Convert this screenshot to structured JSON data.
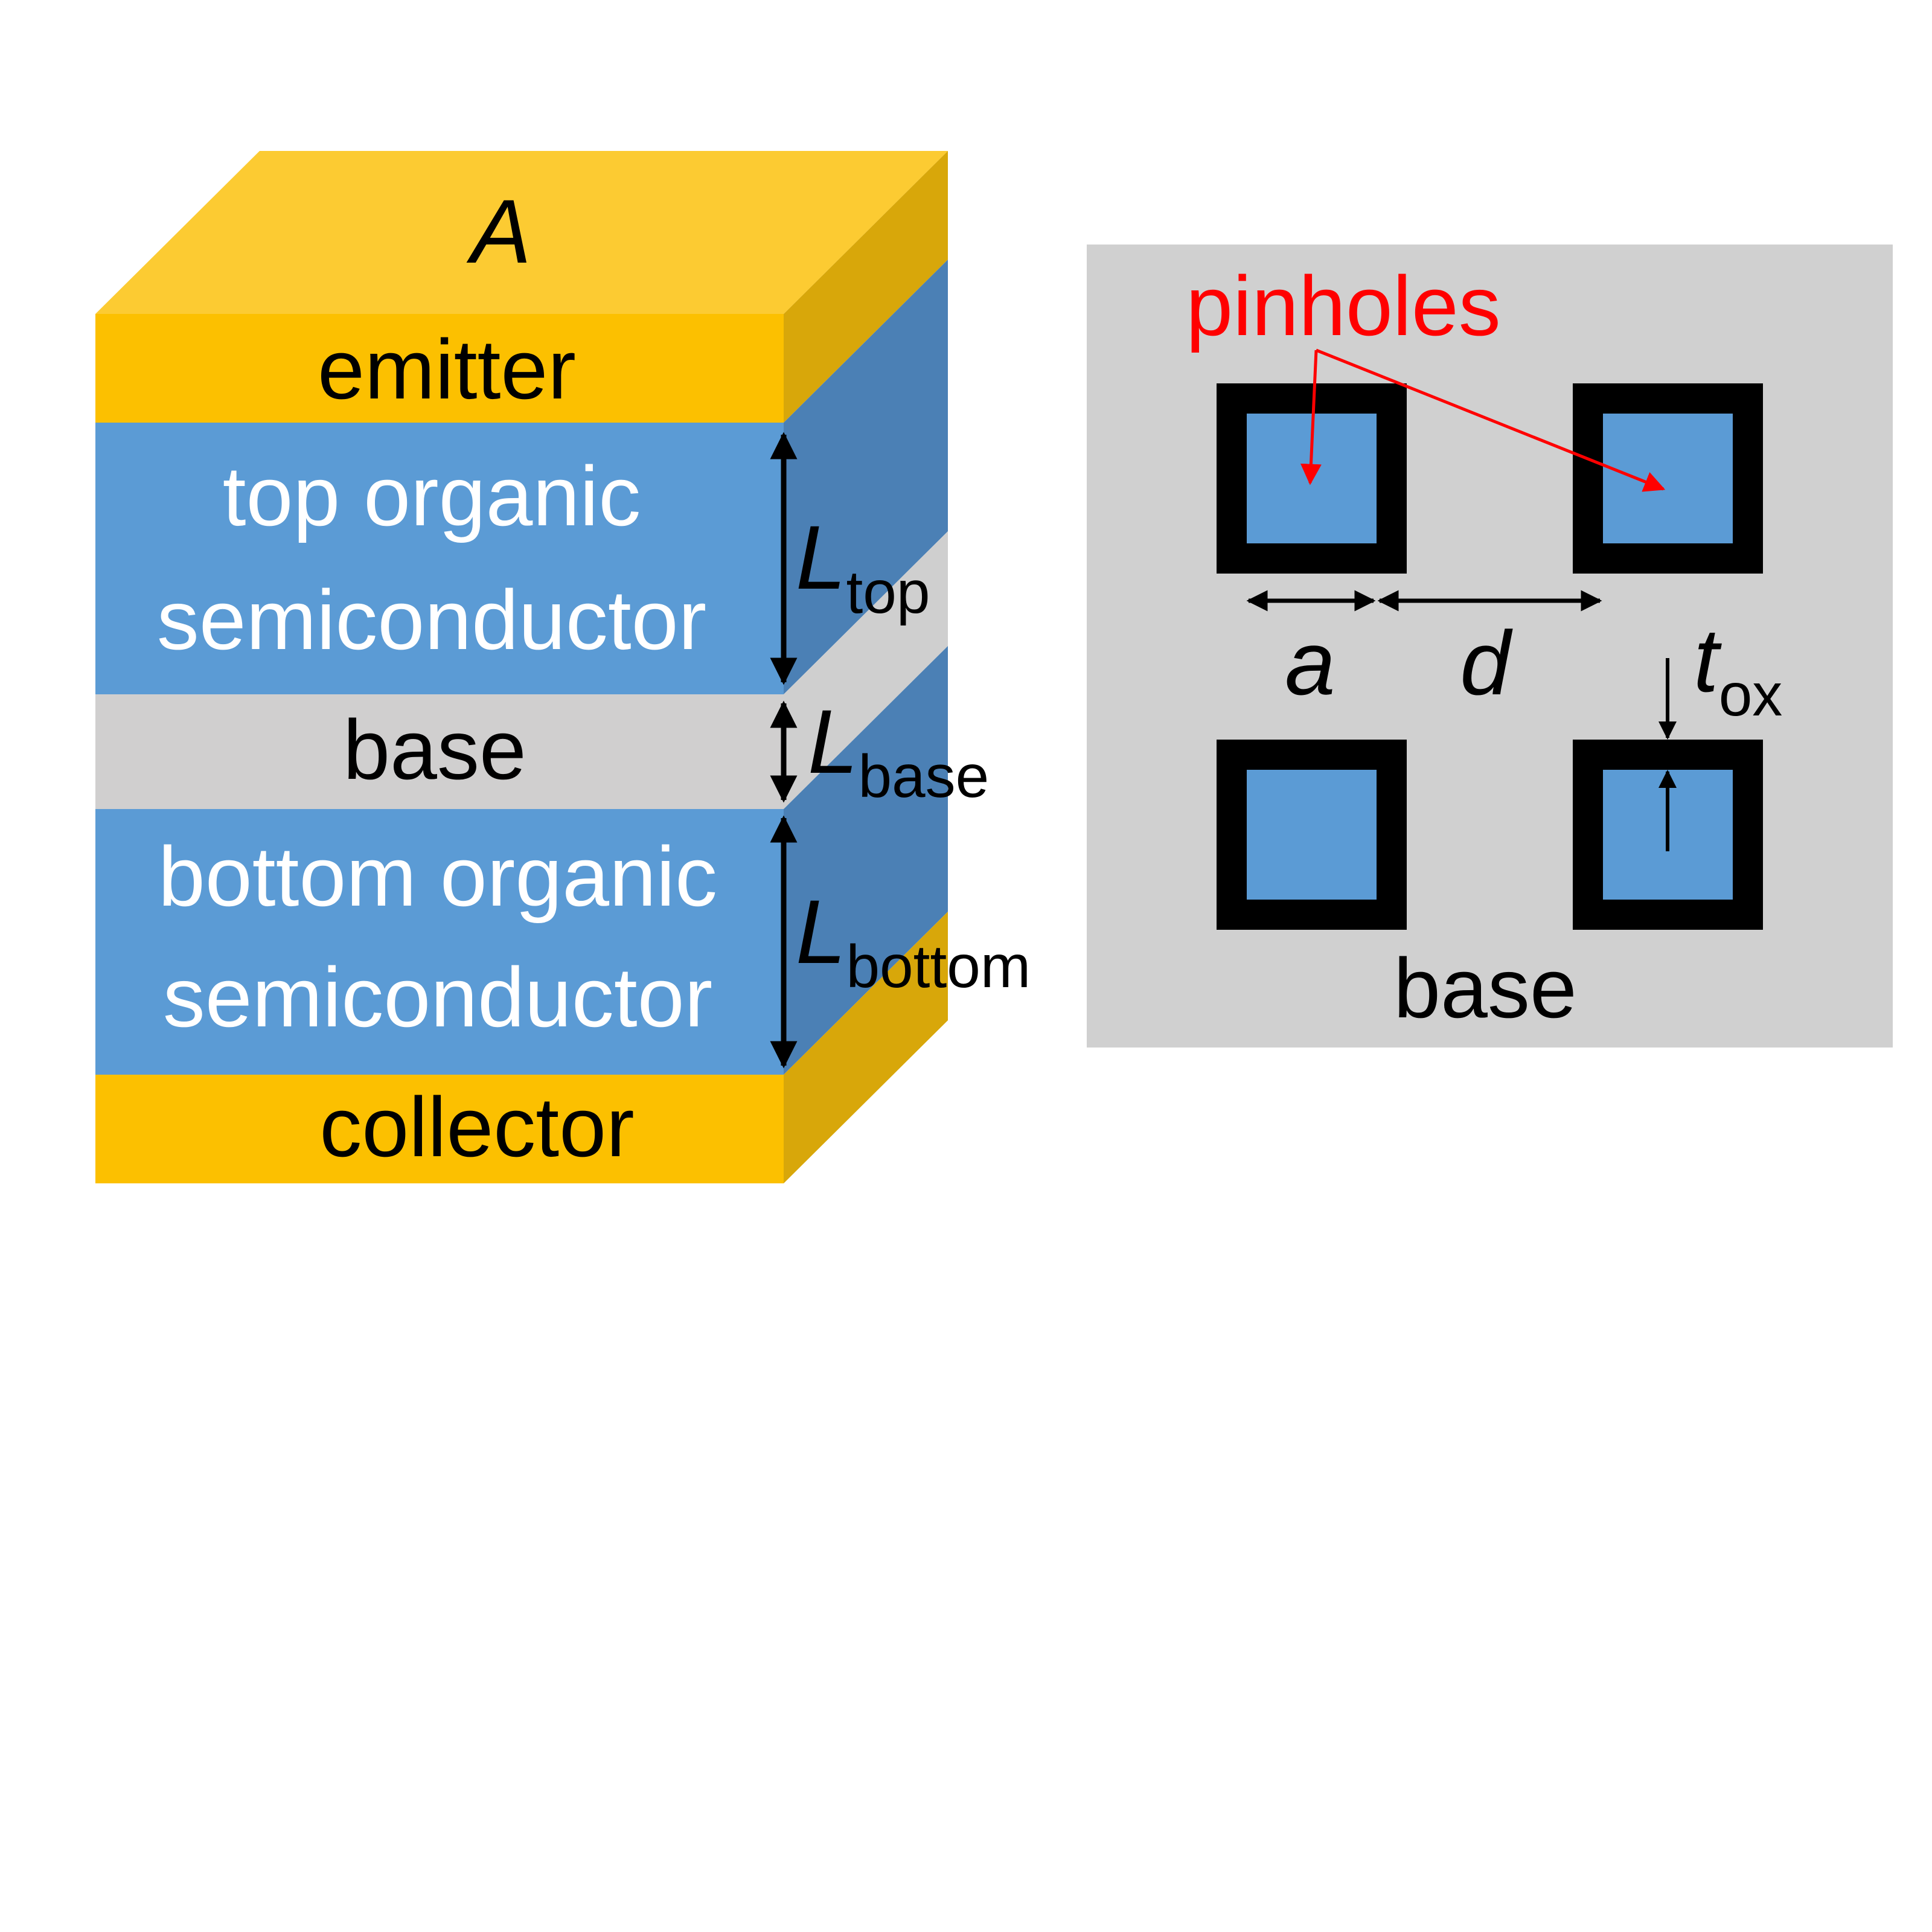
{
  "stack": {
    "area_label": "A",
    "layers": {
      "emitter": "emitter",
      "top_line1": "top organic",
      "top_line2": "semiconductor",
      "base": "base",
      "bottom_line1": "bottom organic",
      "bottom_line2": "semiconductor",
      "collector": "collector"
    },
    "dimensions": {
      "top": {
        "symbol": "L",
        "sub": "top"
      },
      "base": {
        "symbol": "L",
        "sub": "base"
      },
      "bottom": {
        "symbol": "L",
        "sub": "bottom"
      }
    }
  },
  "pinhole_panel": {
    "pinholes_label": "pinholes",
    "a_label": "a",
    "d_label": "d",
    "tox": {
      "symbol": "t",
      "sub": "ox"
    },
    "base_label": "base"
  },
  "colors": {
    "gold_front": "#fcc000",
    "gold_top": "#fccb32",
    "gold_side": "#d8a70a",
    "blue_front": "#5b9bd5",
    "blue_side": "#4b80b5",
    "gray_layer": "#d0cfcf",
    "gray_panel": "#d0d0d0",
    "arrow_red": "#ff0000",
    "black": "#000000"
  }
}
